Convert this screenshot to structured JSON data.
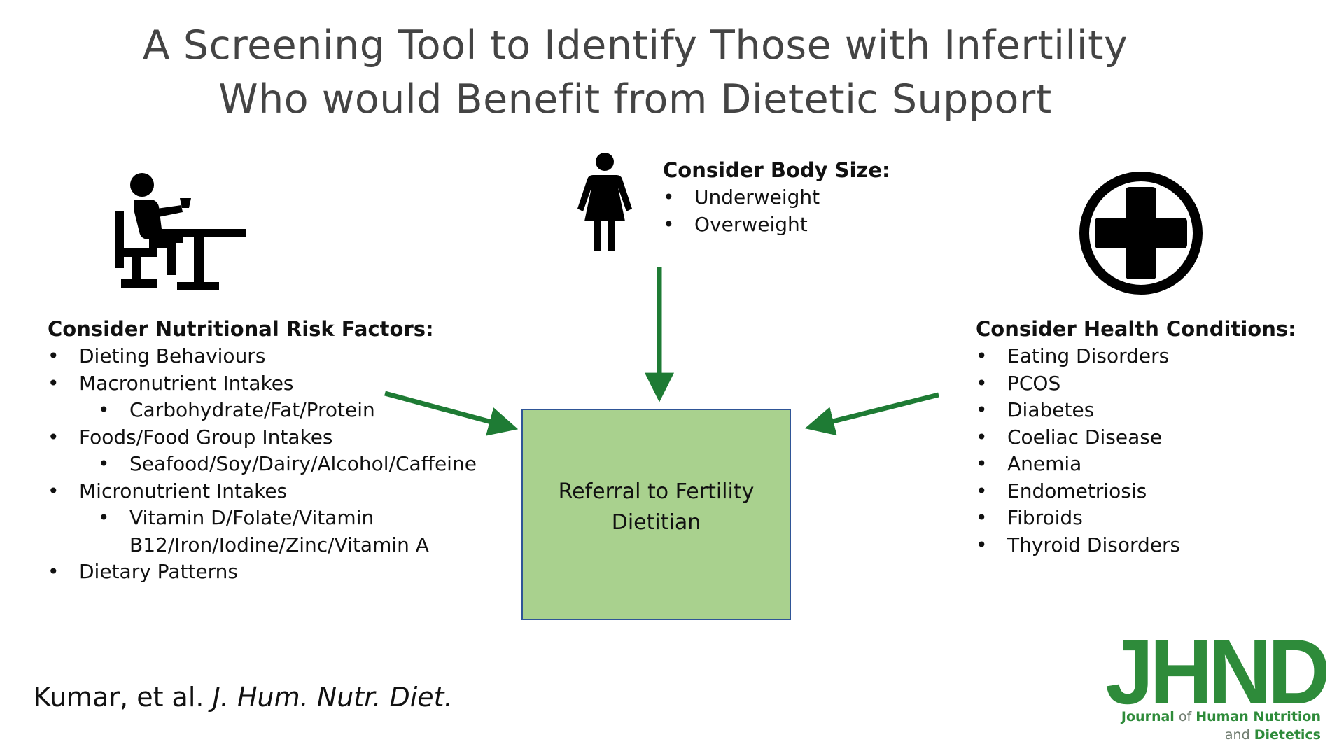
{
  "title": {
    "line1": "A Screening Tool to Identify Those with Infertility",
    "line2": "Who would Benefit from Dietetic Support"
  },
  "icons": {
    "nutrition": "person-eating-at-table-icon",
    "body_size": "woman-figure-icon",
    "health": "medical-plus-icon"
  },
  "nutrition_panel": {
    "heading": "Consider Nutritional Risk Factors:",
    "items": [
      "Dieting Behaviours",
      "Macronutrient Intakes",
      "Carbohydrate/Fat/Protein",
      "Foods/Food Group Intakes",
      "Seafood/Soy/Dairy/Alcohol/Caffeine",
      "Micronutrient Intakes",
      "Vitamin D/Folate/Vitamin B12/Iron/Iodine/Zinc/Vitamin A",
      "Dietary Patterns"
    ]
  },
  "body_size_panel": {
    "heading": "Consider Body Size:",
    "items": [
      "Underweight",
      "Overweight"
    ]
  },
  "health_panel": {
    "heading": "Consider Health Conditions:",
    "items": [
      "Eating Disorders",
      "PCOS",
      "Diabetes",
      "Coeliac Disease",
      "Anemia",
      "Endometriosis",
      "Fibroids",
      "Thyroid Disorders"
    ]
  },
  "referral": {
    "label": "Referral to Fertility Dietitian"
  },
  "citation": {
    "authors": "Kumar, et al.",
    "journal": "J. Hum. Nutr. Diet."
  },
  "logo": {
    "letters": "JHND",
    "journal_word": "Journal",
    "of_word": "of",
    "human_nutrition": "Human Nutrition",
    "and_word": "and",
    "dietetics": "Dietetics"
  },
  "colors": {
    "arrow": "#1e7b34",
    "box_fill": "#a9d18e",
    "box_border": "#2f5597",
    "title_text": "#444444",
    "logo_green": "#2e8b3a"
  }
}
